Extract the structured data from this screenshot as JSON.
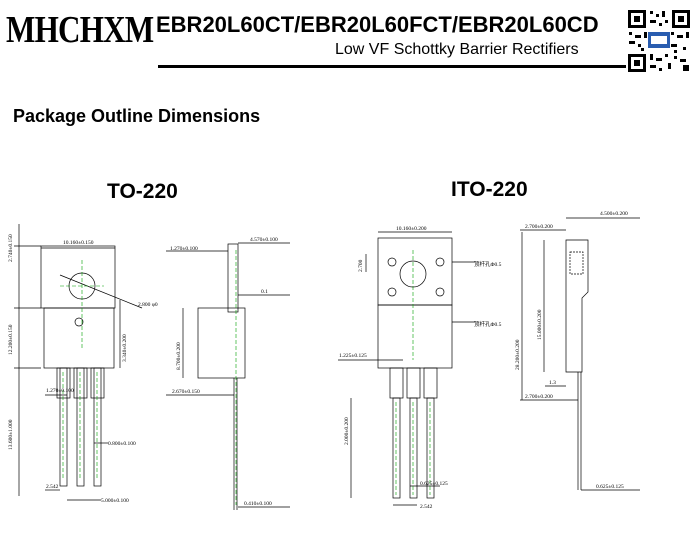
{
  "header": {
    "logo": "MHCHXM",
    "title": "EBR20L60CT/EBR20L60FCT/EBR20L60CD",
    "subtitle": "Low VF Schottky Barrier Rectifiers"
  },
  "section_title": "Package Outline Dimensions",
  "to220": {
    "title": "TO-220",
    "dims": {
      "height_tab": "2.740±0.150",
      "width": "10.160±0.150",
      "height_body": "12.200±0.150",
      "hole_dia": "2.800 φ0",
      "lead_pitch_upper": "3.340±0.200",
      "lead_width": "1.270±0.100",
      "lead_len": "13.600±1.000",
      "lead_thick": "0.800±0.100",
      "pitch": "2.542",
      "lead_span": "5.000±0.100",
      "side_tab": "1.270±0.100",
      "side_depth": "4.570±0.100",
      "side_gap": "0.1",
      "side_body": "8.700±0.200",
      "side_base": "2.670±0.150",
      "side_lead": "0.410±0.100"
    }
  },
  "ito220": {
    "title": "ITO-220",
    "dims": {
      "width": "10.160±0.200",
      "hole_vert": "2.700",
      "note1": "顶杆孔Φ0.5",
      "note2": "顶杆孔Φ0.5",
      "lead_width": "1.225±0.125",
      "lead_len": "2.000±0.200",
      "lead_thick": "0.625±0.125",
      "pitch": "2.542",
      "side_depth": "4.500±0.200",
      "side_top": "2.700±0.200",
      "side_body": "15.000±0.200",
      "side_total": "28.200±0.200",
      "side_step": "1.3",
      "side_base": "2.700±0.200",
      "side_lead": "0.625±0.125"
    }
  }
}
